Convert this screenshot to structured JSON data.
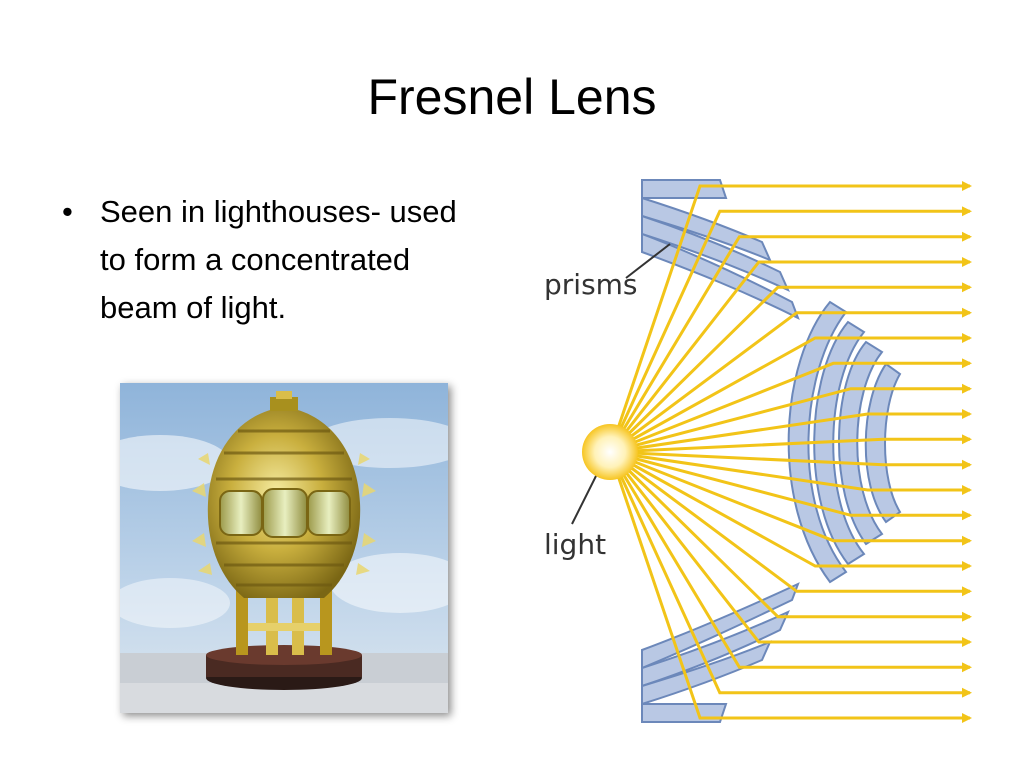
{
  "slide": {
    "title": "Fresnel Lens",
    "bullets": [
      "Seen in lighthouses- used to form a concentrated beam of light."
    ]
  },
  "diagram": {
    "labels": {
      "prisms": "prisms",
      "light": "light"
    },
    "colors": {
      "ray": "#F2C418",
      "prism_fill": "#B9C8E4",
      "prism_edge": "#6C88BA",
      "light_source": "#FFE37A"
    }
  },
  "photo": {
    "icon": "lighthouse-fresnel-lens-photo"
  }
}
